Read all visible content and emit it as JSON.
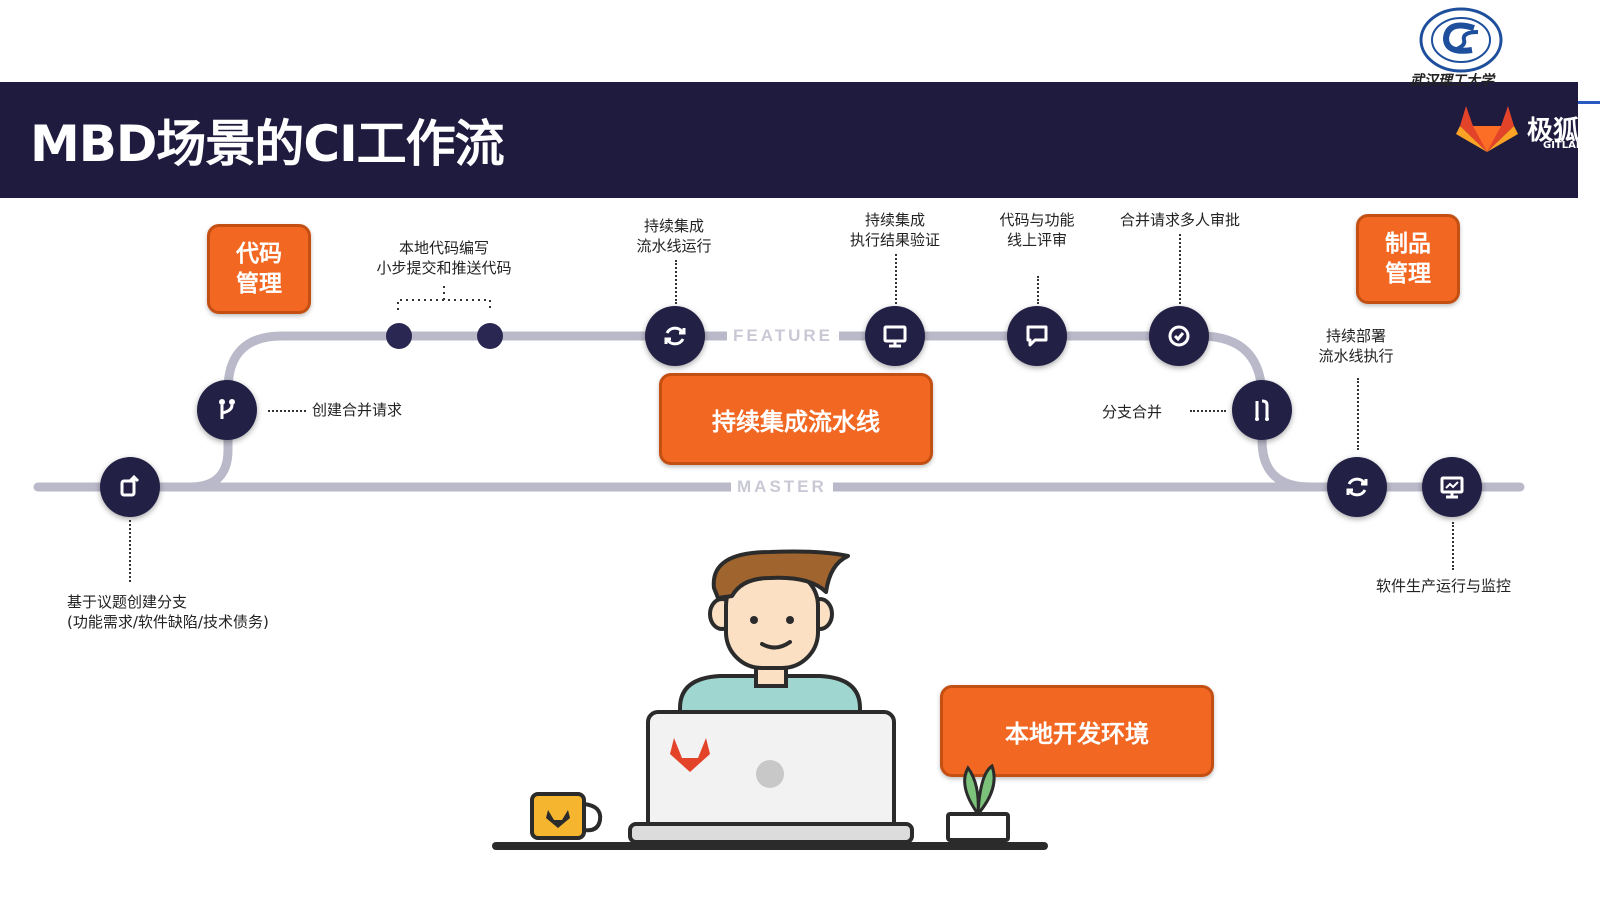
{
  "header": {
    "title": "MBD场景的CI工作流",
    "brand_name": "极狐",
    "brand_sub": "GITLAB",
    "university_name": "武汉理工大学",
    "colors": {
      "banner": "#1f1b3f",
      "accent": "#f26722",
      "node": "#232046"
    }
  },
  "tracks": {
    "feature_label": "FEATURE",
    "master_label": "MASTER"
  },
  "boxes": {
    "code_management": "代码\n管理",
    "artifact_management": "制品\n管理",
    "ci_pipeline": "持续集成流水线",
    "local_env": "本地开发环境"
  },
  "captions": {
    "create_branch_line1": "基于议题创建分支",
    "create_branch_line2": "(功能需求/软件缺陷/技术债务)",
    "create_mr": "创建合并请求",
    "local_code_line1": "本地代码编写",
    "local_code_line2": "小步提交和推送代码",
    "ci_run_line1": "持续集成",
    "ci_run_line2": "流水线运行",
    "ci_verify_line1": "持续集成",
    "ci_verify_line2": "执行结果验证",
    "code_review_line1": "代码与功能",
    "code_review_line2": "线上评审",
    "mr_approval": "合并请求多人审批",
    "branch_merge": "分支合并",
    "cd_run_line1": "持续部署",
    "cd_run_line2": "流水线执行",
    "prod_monitor": "软件生产运行与监控"
  },
  "icons": [
    "branch-create-icon",
    "fork-icon",
    "refresh-icon",
    "monitor-icon",
    "comment-icon",
    "check-icon",
    "merge-icon",
    "refresh-icon",
    "dashboard-icon"
  ]
}
